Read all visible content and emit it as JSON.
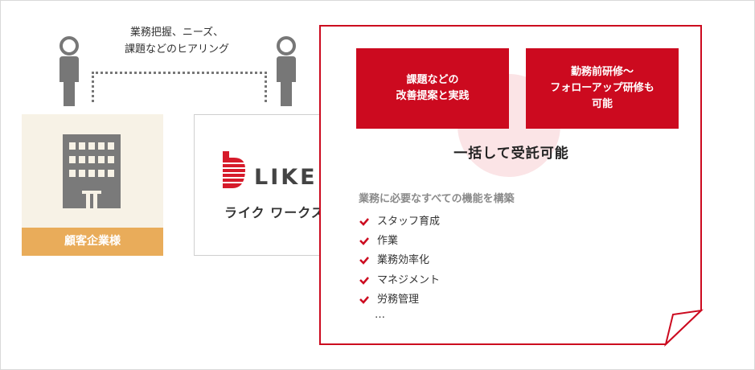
{
  "hearing": {
    "line1": "業務把握、ニーズ、",
    "line2": "課題などのヒアリング"
  },
  "client": {
    "label": "顧客企業様"
  },
  "provider": {
    "logo_word": "LIKE",
    "logo_sub": "ライク ワークス"
  },
  "services": [
    {
      "text": "課題などの\n改善提案と実践"
    },
    {
      "text": "勤務前研修〜\nフォローアップ研修も\n可能"
    }
  ],
  "summary": "一括して受託可能",
  "features": {
    "title": "業務に必要なすべての機能を構築",
    "items": [
      "スタッフ育成",
      "作業",
      "業務効率化",
      "マネジメント",
      "労務管理"
    ],
    "more": "…"
  },
  "colors": {
    "accent": "#cc0a1f",
    "client_label": "#e9ac5a",
    "client_bg": "#f7f2e6",
    "person": "#777777"
  },
  "icons": [
    "person-icon",
    "building-icon",
    "like-logo-icon",
    "check-icon",
    "page-curl-icon"
  ]
}
